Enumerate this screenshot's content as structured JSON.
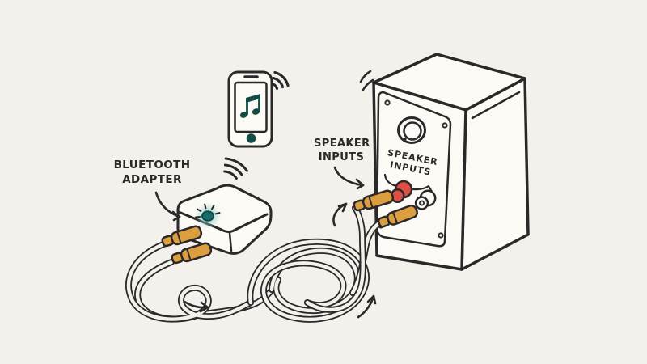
{
  "labels": {
    "bluetooth_adapter": {
      "line1": "BLUETOOTH",
      "line2": "ADAPTER"
    },
    "speaker_inputs_callout": {
      "line1": "SPEAKER",
      "line2": "INPUTS"
    },
    "speaker_inputs_panel": {
      "line1": "SPEAKER",
      "line2": "INPUTS"
    }
  },
  "colors": {
    "background": "#f4f1ec",
    "ink": "#2a2828",
    "surface": "#fcfaf5",
    "led_teal": "#176e6c",
    "led_glow": "#8ecfcb",
    "deep_teal": "#134b45",
    "connector_orange": "#dc9e3e",
    "terminal_red": "#de4f45",
    "terminal_white": "#fcfaf5"
  }
}
